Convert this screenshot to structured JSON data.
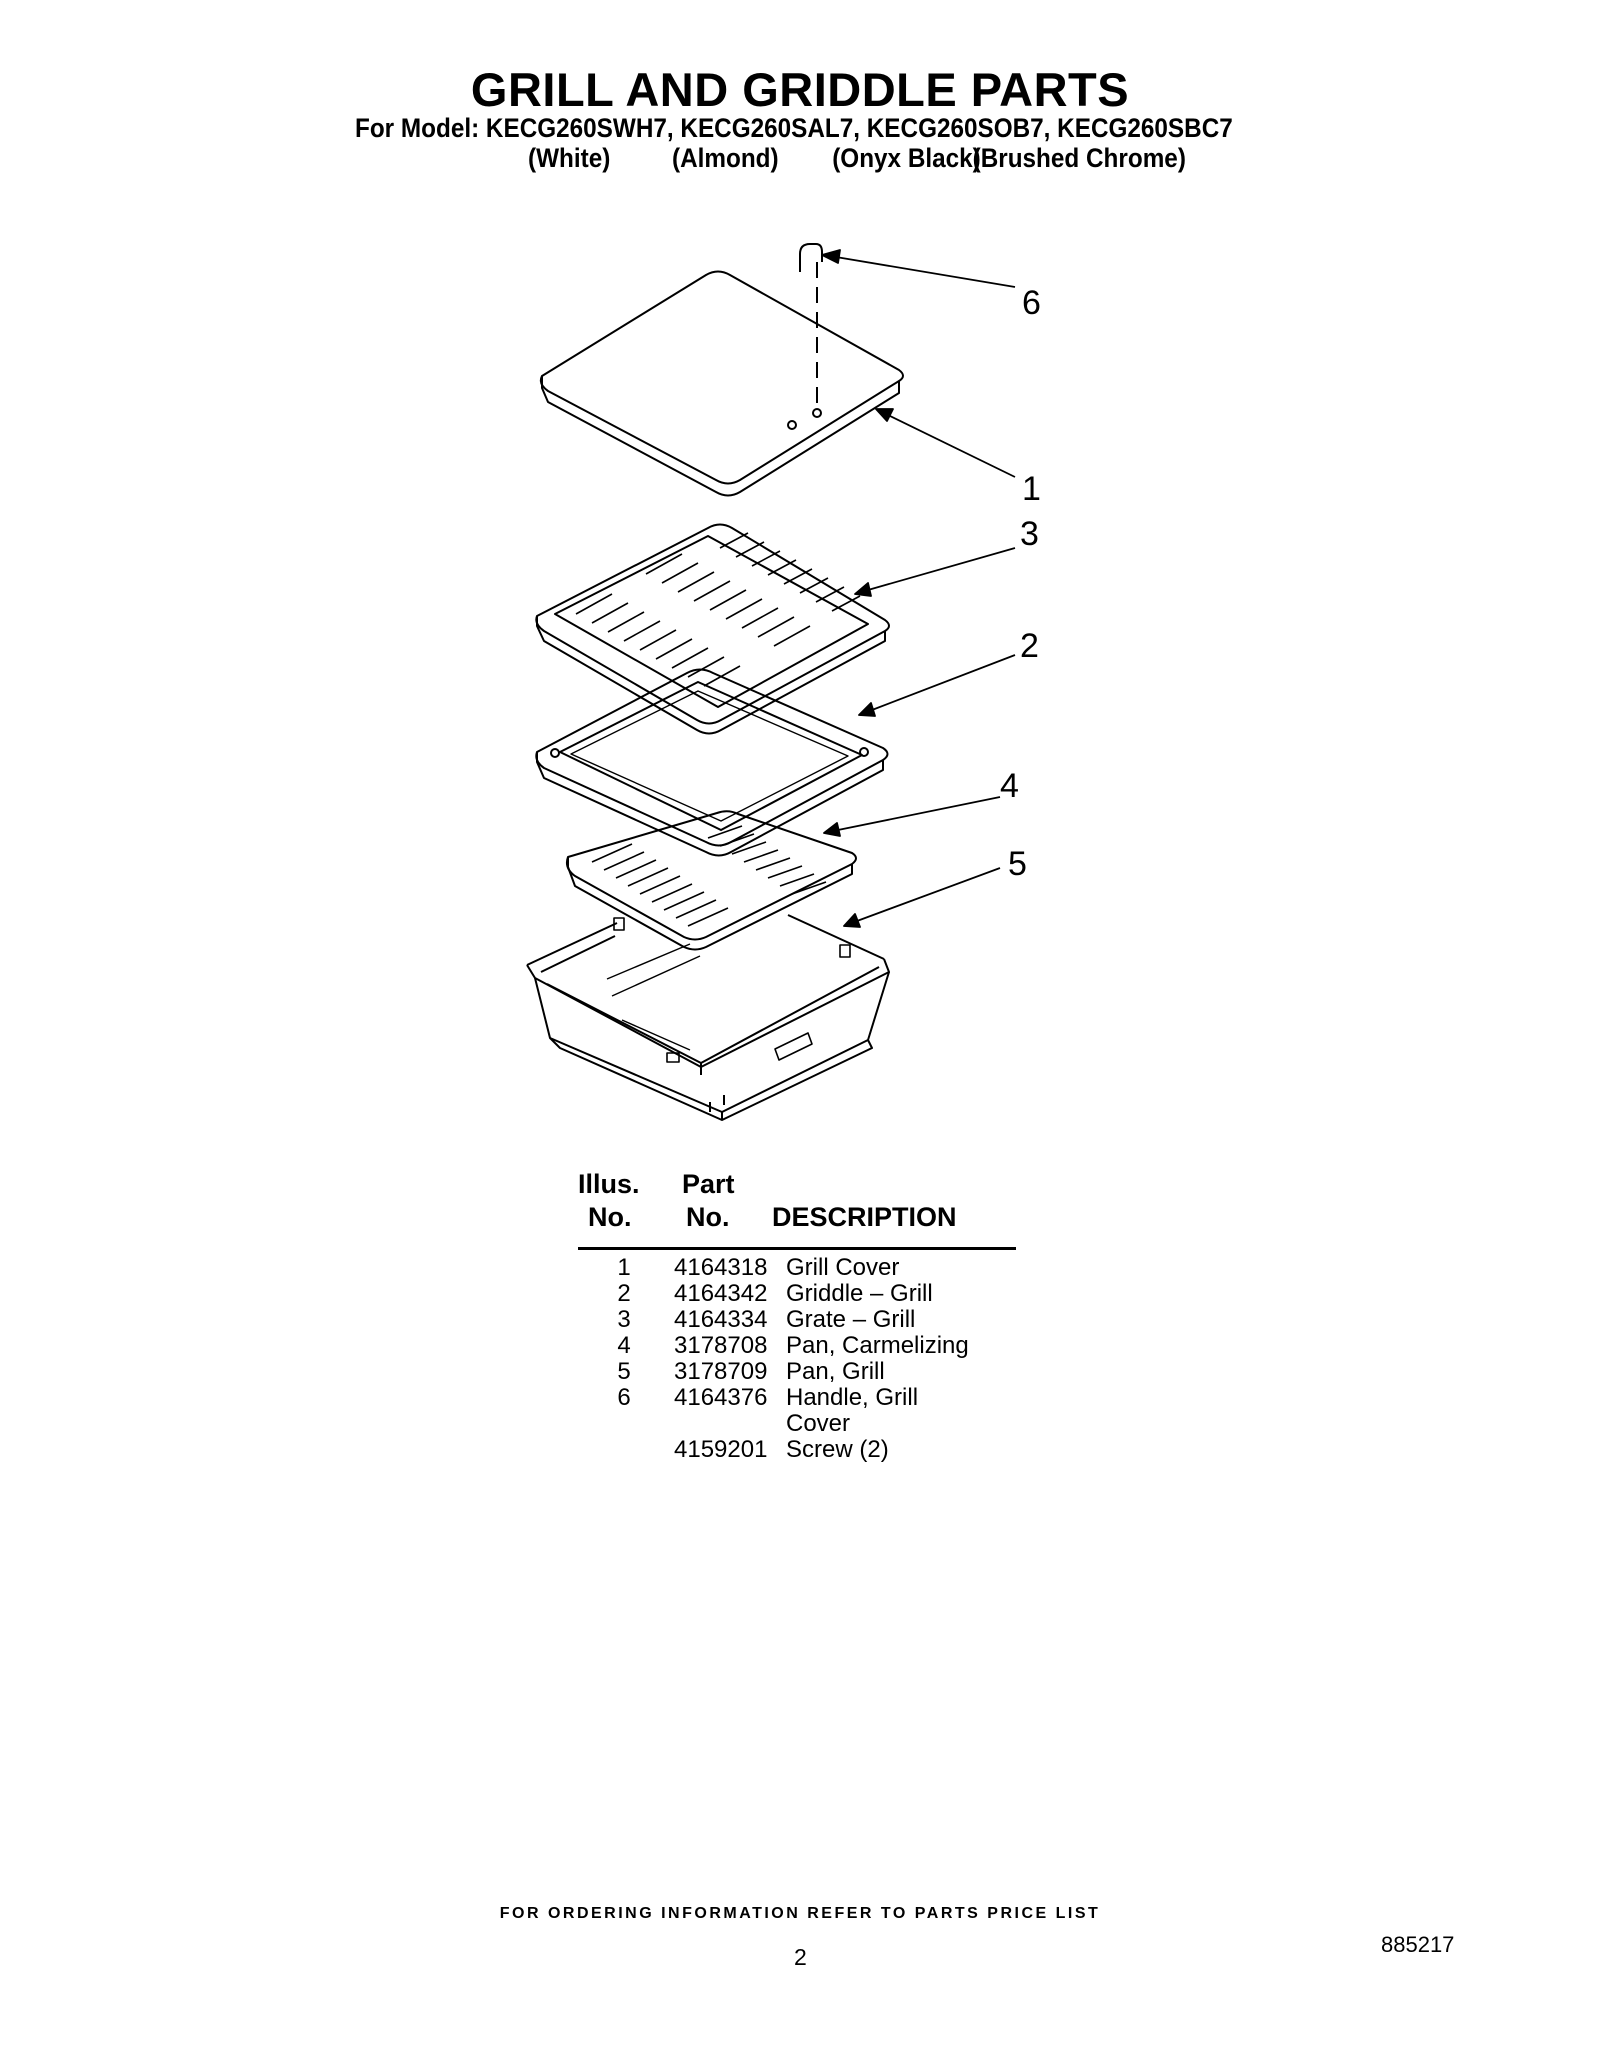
{
  "header": {
    "title": "GRILL AND GRIDDLE PARTS",
    "models_line": "For Model: KECG260SWH7, KECG260SAL7, KECG260SOB7, KECG260SBC7",
    "colors": [
      "(White)",
      "(Almond)",
      "(Onyx Black)",
      "(Brushed Chrome)"
    ]
  },
  "diagram": {
    "callouts": [
      "6",
      "1",
      "3",
      "2",
      "4",
      "5"
    ]
  },
  "parts_table": {
    "headers": {
      "illus_top": "Illus.",
      "illus_bottom": "No.",
      "part_top": "Part",
      "part_bottom": "No.",
      "description": "DESCRIPTION"
    },
    "rows": [
      {
        "illus": "1",
        "part": "4164318",
        "description": "Grill Cover"
      },
      {
        "illus": "2",
        "part": "4164342",
        "description": "Griddle – Grill"
      },
      {
        "illus": "3",
        "part": "4164334",
        "description": "Grate – Grill"
      },
      {
        "illus": "4",
        "part": "3178708",
        "description": "Pan, Carmelizing"
      },
      {
        "illus": "5",
        "part": "3178709",
        "description": "Pan, Grill"
      },
      {
        "illus": "6",
        "part": "4164376",
        "description": "Handle, Grill"
      },
      {
        "illus": "",
        "part": "",
        "description": "Cover"
      },
      {
        "illus": "",
        "part": "4159201",
        "description": "Screw (2)"
      }
    ]
  },
  "footer": {
    "ordering_note": "FOR ORDERING INFORMATION REFER TO PARTS PRICE LIST",
    "page_number": "2",
    "document_number": "885217"
  }
}
